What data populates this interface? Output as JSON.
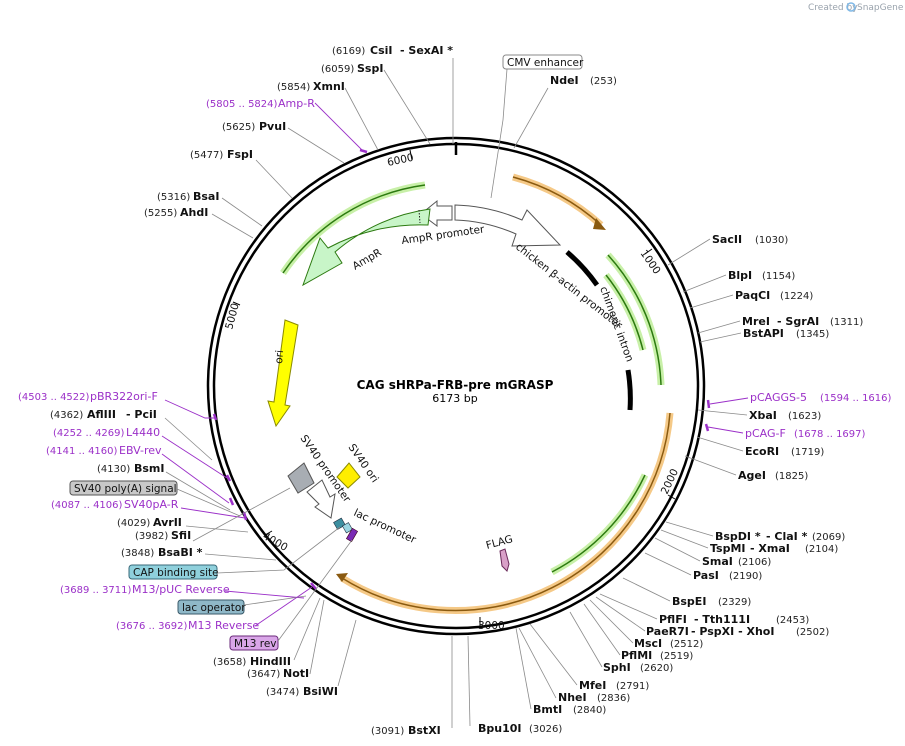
{
  "credit": {
    "prefix": "Created by",
    "brand": "SnapGene"
  },
  "plasmid": {
    "name": "CAG sHRPa-FRB-pre mGRASP",
    "length": "6173 bp"
  },
  "ticks": [
    "1000",
    "2000",
    "3000",
    "4000",
    "5000",
    "6000"
  ],
  "features": {
    "cmv_enhancer": "CMV enhancer",
    "chicken_promoter": "chicken β-actin promoter",
    "chimeric_intron": "chimeric intron",
    "ampr_promoter": "AmpR promoter",
    "ampr": "AmpR",
    "ori": "ori",
    "sv40_ori": "SV40 ori",
    "sv40_promoter": "SV40 promoter",
    "lac_promoter": "lac promoter",
    "flag": "FLAG"
  },
  "sites": [
    {
      "pos": "(6169)",
      "name": "CsiI",
      "extra": "- SexAI *"
    },
    {
      "pos": "(6059)",
      "name": "SspI",
      "extra": ""
    },
    {
      "pos": "(5854)",
      "name": "XmnI",
      "extra": ""
    },
    {
      "pos": "(5625)",
      "name": "PvuI",
      "extra": ""
    },
    {
      "pos": "(5477)",
      "name": "FspI",
      "extra": ""
    },
    {
      "pos": "(5316)",
      "name": "BsaI",
      "extra": ""
    },
    {
      "pos": "(5255)",
      "name": "AhdI",
      "extra": ""
    },
    {
      "pos": "(4362)",
      "name": "AflIII",
      "extra": "- PciI"
    },
    {
      "pos": "(4130)",
      "name": "BsmI",
      "extra": ""
    },
    {
      "pos": "(4029)",
      "name": "AvrII",
      "extra": ""
    },
    {
      "pos": "(3982)",
      "name": "SfiI",
      "extra": ""
    },
    {
      "pos": "(3848)",
      "name": "BsaBI *",
      "extra": ""
    },
    {
      "pos": "(3658)",
      "name": "HindIII",
      "extra": ""
    },
    {
      "pos": "(3647)",
      "name": "NotI",
      "extra": ""
    },
    {
      "pos": "(3474)",
      "name": "BsiWI",
      "extra": ""
    },
    {
      "pos": "(3091)",
      "name": "BstXI",
      "extra": ""
    },
    {
      "pos": "(3026)",
      "name": "Bpu10I",
      "extra": ""
    },
    {
      "pos": "(2840)",
      "name": "BmtI",
      "extra": ""
    },
    {
      "pos": "(2836)",
      "name": "NheI",
      "extra": ""
    },
    {
      "pos": "(2791)",
      "name": "MfeI",
      "extra": ""
    },
    {
      "pos": "(2620)",
      "name": "SphI",
      "extra": ""
    },
    {
      "pos": "(2519)",
      "name": "PflMI",
      "extra": ""
    },
    {
      "pos": "(2512)",
      "name": "MscI",
      "extra": ""
    },
    {
      "pos": "(2502)",
      "name": "PaeR7I",
      "extra": "- PspXI - XhoI"
    },
    {
      "pos": "(2453)",
      "name": "PflFI",
      "extra": "- Tth111I"
    },
    {
      "pos": "(2329)",
      "name": "BspEI",
      "extra": ""
    },
    {
      "pos": "(2190)",
      "name": "PasI",
      "extra": ""
    },
    {
      "pos": "(2106)",
      "name": "SmaI",
      "extra": ""
    },
    {
      "pos": "(2104)",
      "name": "TspMI",
      "extra": "- XmaI"
    },
    {
      "pos": "(2069)",
      "name": "BspDI *",
      "extra": "- ClaI *"
    },
    {
      "pos": "(1825)",
      "name": "AgeI",
      "extra": ""
    },
    {
      "pos": "(1719)",
      "name": "EcoRI",
      "extra": ""
    },
    {
      "pos": "(1623)",
      "name": "XbaI",
      "extra": ""
    },
    {
      "pos": "(1345)",
      "name": "BstAPI",
      "extra": ""
    },
    {
      "pos": "(1311)",
      "name": "MreI",
      "extra": "- SgrAI"
    },
    {
      "pos": "(1224)",
      "name": "PaqCI",
      "extra": ""
    },
    {
      "pos": "(1154)",
      "name": "BlpI",
      "extra": ""
    },
    {
      "pos": "(1030)",
      "name": "SacII",
      "extra": ""
    },
    {
      "pos": "(253)",
      "name": "NdeI",
      "extra": ""
    }
  ],
  "primers": [
    {
      "range": "(5805 .. 5824)",
      "name": "Amp-R"
    },
    {
      "range": "(4503 .. 4522)",
      "name": "pBR322ori-F"
    },
    {
      "range": "(4252 .. 4269)",
      "name": "L4440"
    },
    {
      "range": "(4141 .. 4160)",
      "name": "EBV-rev"
    },
    {
      "range": "(4087 .. 4106)",
      "name": "SV40pA-R"
    },
    {
      "range": "(3689 .. 3711)",
      "name": "M13/pUC Reverse"
    },
    {
      "range": "(3676 .. 3692)",
      "name": "M13 Reverse"
    },
    {
      "range": "(1594 .. 1616)",
      "name": "pCAGGS-5"
    },
    {
      "range": "(1678 .. 1697)",
      "name": "pCAG-F"
    }
  ],
  "boxed_features": [
    {
      "name": "SV40 poly(A) signal",
      "color": "#c8c8c8"
    },
    {
      "name": "CAP binding site",
      "color": "#8fd0dc"
    },
    {
      "name": "lac operator",
      "color": "#8fb8c8"
    },
    {
      "name": "M13 rev",
      "color": "#d9a6e8"
    }
  ],
  "colors": {
    "backbone": "#000000",
    "orf_orange": "#f3a93e",
    "promoter_green": "#66cc33",
    "ampr_fill": "#c8f5c8",
    "ori_yellow": "#ffff00",
    "primer_purple": "#9b30c8",
    "flag_pink": "#d9a0c8"
  }
}
